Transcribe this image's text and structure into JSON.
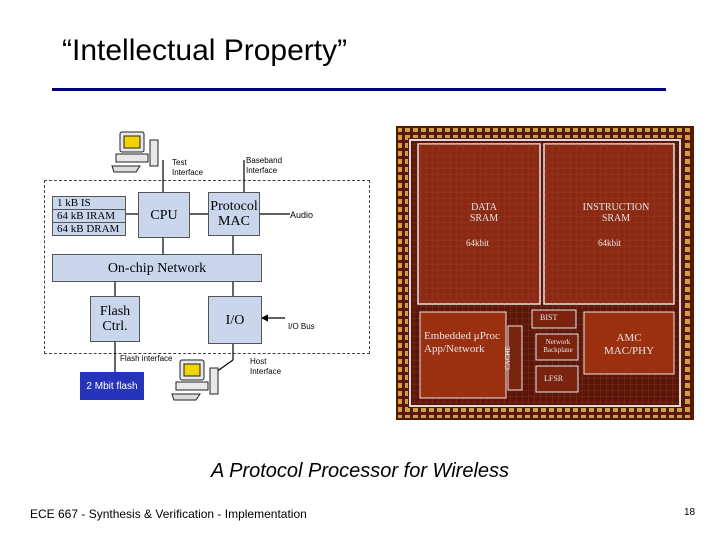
{
  "slide": {
    "title": "“Intellectual Property”",
    "caption": "A Protocol Processor for Wireless",
    "footer": "ECE 667 - Synthesis & Verification - Implementation",
    "page_number": "18"
  },
  "block_diagram": {
    "memories": [
      "1 kB IS",
      "64 kB IRAM",
      "64 kB DRAM"
    ],
    "cpu": "CPU",
    "protocol_mac": "Protocol MAC",
    "network": "On-chip Network",
    "flash_ctrl": "Flash Ctrl.",
    "io": "I/O",
    "flash_memory": "2 Mbit flash",
    "labels": {
      "test_interface": "Test Interface",
      "baseband_interface": "Baseband Interface",
      "audio": "Audio",
      "io_bus": "I/O Bus",
      "flash_interface": "Flash interface",
      "host_interface": "Host Interface"
    }
  },
  "chip": {
    "data_sram": "DATA SRAM",
    "data_size": "64kbit",
    "instruction_sram": "INSTRUCTION SRAM",
    "instruction_size": "64kbit",
    "bist": "BIST",
    "embedded": "Embedded μProc App/Network",
    "cache": "CACHE",
    "network_backplane": "Network Backplane",
    "amc": "AMC MAC/PHY",
    "lfsr": "LFSR"
  },
  "colors": {
    "title_rule": "#000080",
    "block_fill": "#c9d6ec",
    "flash_fill": "#2534b8",
    "die": "#6e1e0c",
    "chip_sram": "#8b2a14"
  }
}
